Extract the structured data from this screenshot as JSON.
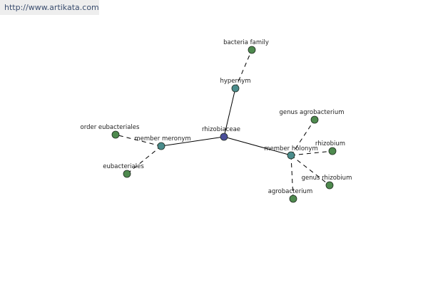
{
  "watermark": {
    "text": "http://www.artikata.com"
  },
  "colors": {
    "root": "#4a4f9a",
    "relation": "#4a8c8c",
    "leaf": "#4e8a4e"
  },
  "graph": {
    "nodes": [
      {
        "id": "rhizobiaceae",
        "label": "rhizobiaceae",
        "kind": "root"
      },
      {
        "id": "hypernym",
        "label": "hypernym",
        "kind": "relation"
      },
      {
        "id": "bacteria-family",
        "label": "bacteria family",
        "kind": "leaf"
      },
      {
        "id": "member-meronym",
        "label": "member meronym",
        "kind": "relation"
      },
      {
        "id": "order-eubacteriales",
        "label": "order eubacteriales",
        "kind": "leaf"
      },
      {
        "id": "eubacteriales",
        "label": "eubacteriales",
        "kind": "leaf"
      },
      {
        "id": "member-holonym",
        "label": "member holonym",
        "kind": "relation"
      },
      {
        "id": "genus-agrobacterium",
        "label": "genus agrobacterium",
        "kind": "leaf"
      },
      {
        "id": "rhizobium",
        "label": "rhizobium",
        "kind": "leaf"
      },
      {
        "id": "genus-rhizobium",
        "label": "genus rhizobium",
        "kind": "leaf"
      },
      {
        "id": "agrobacterium",
        "label": "agrobacterium",
        "kind": "leaf"
      }
    ],
    "edges": [
      {
        "from": "rhizobiaceae",
        "to": "hypernym",
        "style": "solid"
      },
      {
        "from": "rhizobiaceae",
        "to": "member-meronym",
        "style": "solid"
      },
      {
        "from": "rhizobiaceae",
        "to": "member-holonym",
        "style": "solid"
      },
      {
        "from": "hypernym",
        "to": "bacteria-family",
        "style": "dashed"
      },
      {
        "from": "member-meronym",
        "to": "order-eubacteriales",
        "style": "dashed"
      },
      {
        "from": "member-meronym",
        "to": "eubacteriales",
        "style": "dashed"
      },
      {
        "from": "member-holonym",
        "to": "genus-agrobacterium",
        "style": "dashed"
      },
      {
        "from": "member-holonym",
        "to": "rhizobium",
        "style": "dashed"
      },
      {
        "from": "member-holonym",
        "to": "genus-rhizobium",
        "style": "dashed"
      },
      {
        "from": "member-holonym",
        "to": "agrobacterium",
        "style": "dashed"
      }
    ]
  }
}
